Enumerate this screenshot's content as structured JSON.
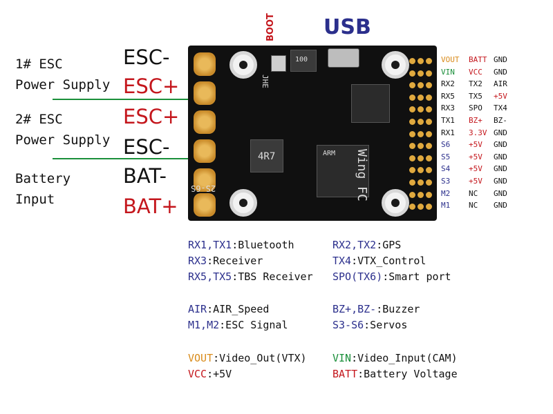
{
  "header": {
    "boot": "BOOT",
    "usb": "USB"
  },
  "left_labels": {
    "esc1_a": "1# ESC",
    "esc1_b": "Power Supply",
    "esc2_a": "2# ESC",
    "esc2_b": "Power Supply",
    "bat_a": "Battery",
    "bat_b": "Input"
  },
  "power_labels": [
    "ESC-",
    "ESC+",
    "ESC+",
    "ESC-",
    "BAT-",
    "BAT+"
  ],
  "board": {
    "brand": "Wing FC",
    "chip_text": "ARM",
    "inductor": "4R7",
    "cap": "100",
    "jhe": "JHE",
    "cell": "2S-6S"
  },
  "pin_table": [
    [
      "VOUT",
      "BATT",
      "GND"
    ],
    [
      "VIN",
      "VCC",
      "GND"
    ],
    [
      "RX2",
      "TX2",
      "AIR"
    ],
    [
      "RX5",
      "TX5",
      "+5V"
    ],
    [
      "RX3",
      "SPO",
      "TX4"
    ],
    [
      "TX1",
      "BZ+",
      "BZ-"
    ],
    [
      "RX1",
      "3.3V",
      "GND"
    ],
    [
      "S6",
      "+5V",
      "GND"
    ],
    [
      "S5",
      "+5V",
      "GND"
    ],
    [
      "S4",
      "+5V",
      "GND"
    ],
    [
      "S3",
      "+5V",
      "GND"
    ],
    [
      "M2",
      "NC",
      "GND"
    ],
    [
      "M1",
      "NC",
      "GND"
    ]
  ],
  "pin_colors": {
    "VOUT": "#d98b1a",
    "BATT": "#c4161c",
    "VIN": "#1a8f3a",
    "VCC": "#c4161c",
    "+5V": "#c4161c",
    "BZ+": "#c4161c",
    "3.3V": "#c4161c",
    "S6": "#2b2f8c",
    "S5": "#2b2f8c",
    "S4": "#2b2f8c",
    "S3": "#2b2f8c",
    "M2": "#2b2f8c",
    "M1": "#2b2f8c",
    "default": "#111111"
  },
  "legend": {
    "l1k": "RX1,TX1",
    "l1v": ":Bluetooth",
    "r1k": "RX2,TX2",
    "r1v": ":GPS",
    "l2k": "RX3",
    "l2v": ":Receiver",
    "r2k": "TX4",
    "r2v": ":VTX_Control",
    "l3k": "RX5,TX5",
    "l3v": ":TBS Receiver",
    "r3k": "SPO(TX6)",
    "r3v": ":Smart port",
    "l4k": "AIR",
    "l4v": ":AIR_Speed",
    "r4k": "BZ+,BZ-",
    "r4v": ":Buzzer",
    "l5k": "M1,M2",
    "l5v": ":ESC Signal",
    "r5k": "S3-S6",
    "r5v": ":Servos",
    "l6k": "VOUT",
    "l6v": ":Video_Out(VTX)",
    "r6k": "VIN",
    "r6v": ":Video_Input(CAM)",
    "l7k": "VCC",
    "l7v": ":+5V",
    "r7k": "BATT",
    "r7v": ":Battery Voltage"
  }
}
